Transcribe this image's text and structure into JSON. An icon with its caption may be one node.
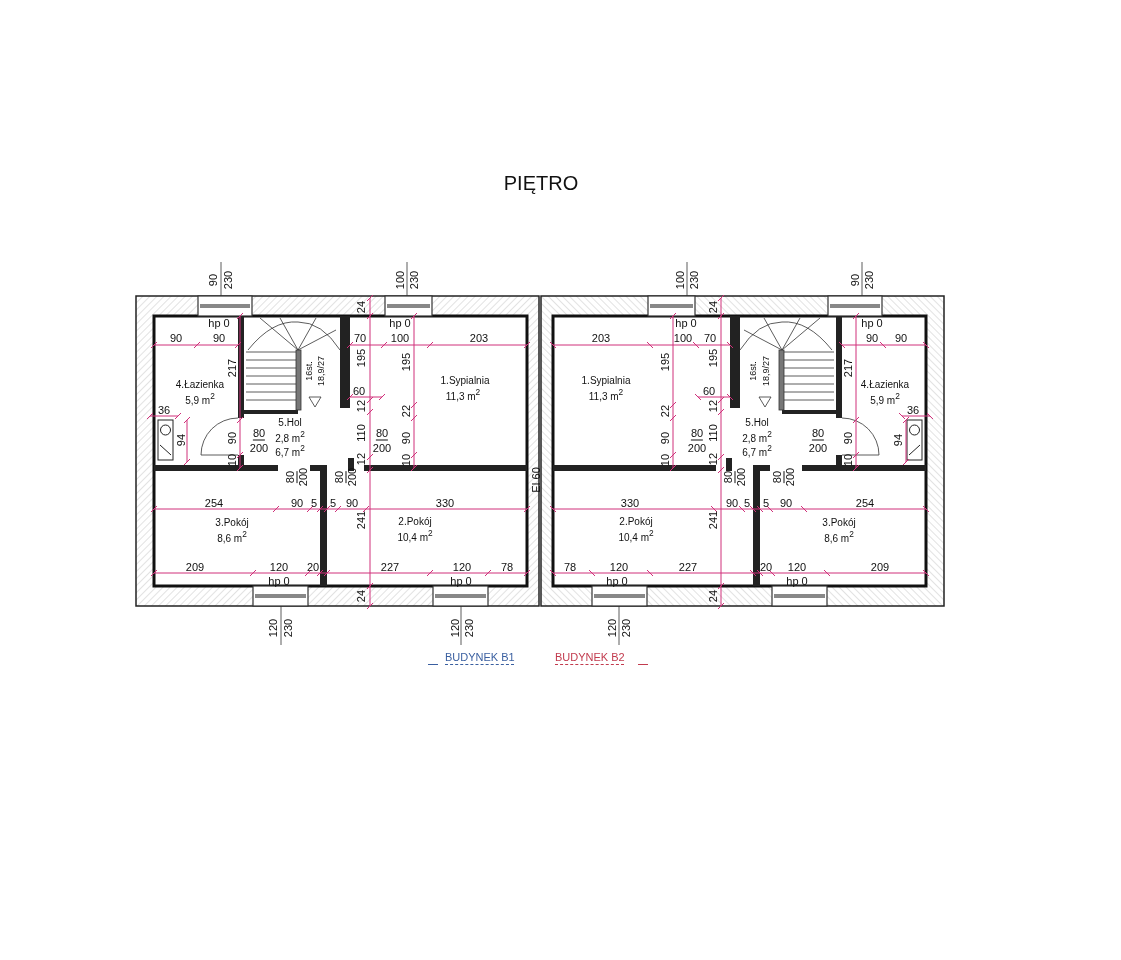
{
  "diagram": {
    "title": "PIĘTRO",
    "nodes": [
      {
        "text": [
          "4.Łazienka",
          "5,9 m$^{2}$"
        ]
      },
      {
        "text": [
          "16st.",
          "18,9/27"
        ]
      },
      {
        "text": [
          "1.Sypialnia",
          "11,3 m$^{2}$"
        ]
      },
      {
        "text": [
          "5.Hol",
          "2,8 m$^{2}$",
          "6,7 m$^{2}$"
        ]
      },
      {
        "text": [
          "3.Pokój",
          "8,6 m$^{2}$"
        ]
      },
      {
        "text": [
          "2.Pokój",
          "10,4 m$^{2}$"
        ]
      },
      {
        "text": [
          "1.Sypialnia",
          "11,3 m$^{2}$"
        ]
      },
      {
        "text": [
          "16st.",
          "18,9/27"
        ]
      },
      {
        "text": [
          "4.Łazienka",
          "5,9 m$^{2}$"
        ]
      },
      {
        "text": [
          "5.Hol",
          "2,8 m$^{2}$",
          "6,7 m$^{2}$"
        ]
      },
      {
        "text": [
          "2.Pokój",
          "10,4 m$^{2}$"
        ]
      },
      {
        "text": [
          "3.Pokój",
          "8,6 m$^{2}$"
        ]
      }
    ],
    "labels": [
      "90",
      "230",
      "100",
      "230",
      "100",
      "230",
      "90",
      "230",
      "24",
      "24",
      "hp 0",
      "hp 0",
      "hp 0",
      "hp 0",
      "90",
      "90",
      "70",
      "100",
      "203",
      "203",
      "100",
      "70",
      "90",
      "90",
      "217",
      "195",
      "195",
      "195",
      "195",
      "217",
      "60",
      "60",
      "36",
      "12",
      "22",
      "22",
      "12",
      "36",
      "94",
      "90",
      "80",
      "200",
      "110",
      "80",
      "200",
      "90",
      "90",
      "80",
      "200",
      "110",
      "80",
      "200",
      "90",
      "94",
      "10",
      "12",
      "10",
      "10",
      "12",
      "10",
      "80",
      "200",
      "80",
      "200",
      "80",
      "200",
      "80",
      "200",
      "EI 60",
      "254",
      "90",
      "5",
      "5",
      "90",
      "330",
      "330",
      "90",
      "5",
      "5",
      "90",
      "254",
      "241",
      "241",
      "209",
      "120",
      "20",
      "227",
      "120",
      "78",
      "78",
      "120",
      "227",
      "20",
      "120",
      "209",
      "hp 0",
      "hp 0",
      "hp 0",
      "hp 0",
      "24",
      "24",
      "120",
      "230",
      "120",
      "230",
      "120",
      "230"
    ],
    "legend": [
      {
        "text": "BUDYNEK B1"
      },
      {
        "text": "BUDYNEK B2"
      }
    ]
  }
}
